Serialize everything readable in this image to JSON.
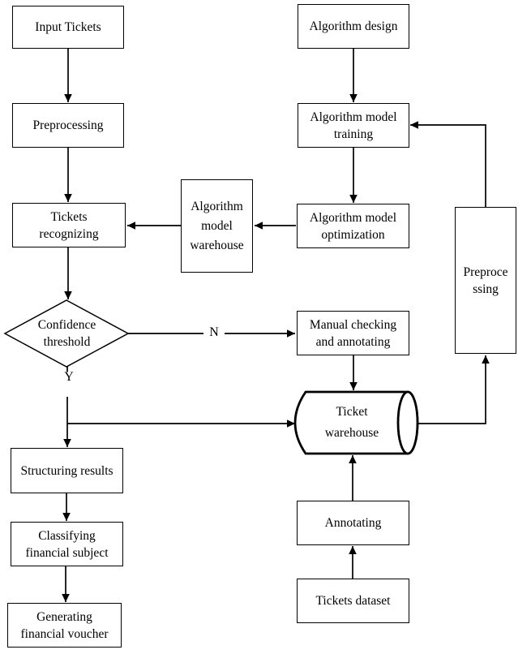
{
  "diagram": {
    "background_color": "#ffffff",
    "line_color": "#000000",
    "text_color": "#000000",
    "nodes": {
      "input_tickets": {
        "label": "Input Tickets"
      },
      "preprocessing": {
        "label": "Preprocessing"
      },
      "tickets_recognizing": {
        "label": "Tickets\nrecognizing"
      },
      "algorithm_model_warehouse": {
        "label": "Algorithm\nmodel\nwarehouse"
      },
      "algorithm_design": {
        "label": "Algorithm design"
      },
      "algorithm_model_training": {
        "label": "Algorithm model\ntraining"
      },
      "algorithm_model_optimization": {
        "label": "Algorithm model\noptimization"
      },
      "preprocessing_feedback": {
        "label": "Preproce\nssing"
      },
      "manual_checking": {
        "label": "Manual checking\nand annotating"
      },
      "confidence_threshold": {
        "label": "Confidence\nthreshold"
      },
      "ticket_warehouse": {
        "label": "Ticket\nwarehouse"
      },
      "structuring_results": {
        "label": "Structuring results"
      },
      "classifying_financial_subject": {
        "label": "Classifying\nfinancial subject"
      },
      "generating_financial_voucher": {
        "label": "Generating\nfinancial voucher"
      },
      "annotating": {
        "label": "Annotating"
      },
      "tickets_dataset": {
        "label": "Tickets dataset"
      }
    },
    "edge_labels": {
      "yes": "Y",
      "no": "N"
    }
  }
}
